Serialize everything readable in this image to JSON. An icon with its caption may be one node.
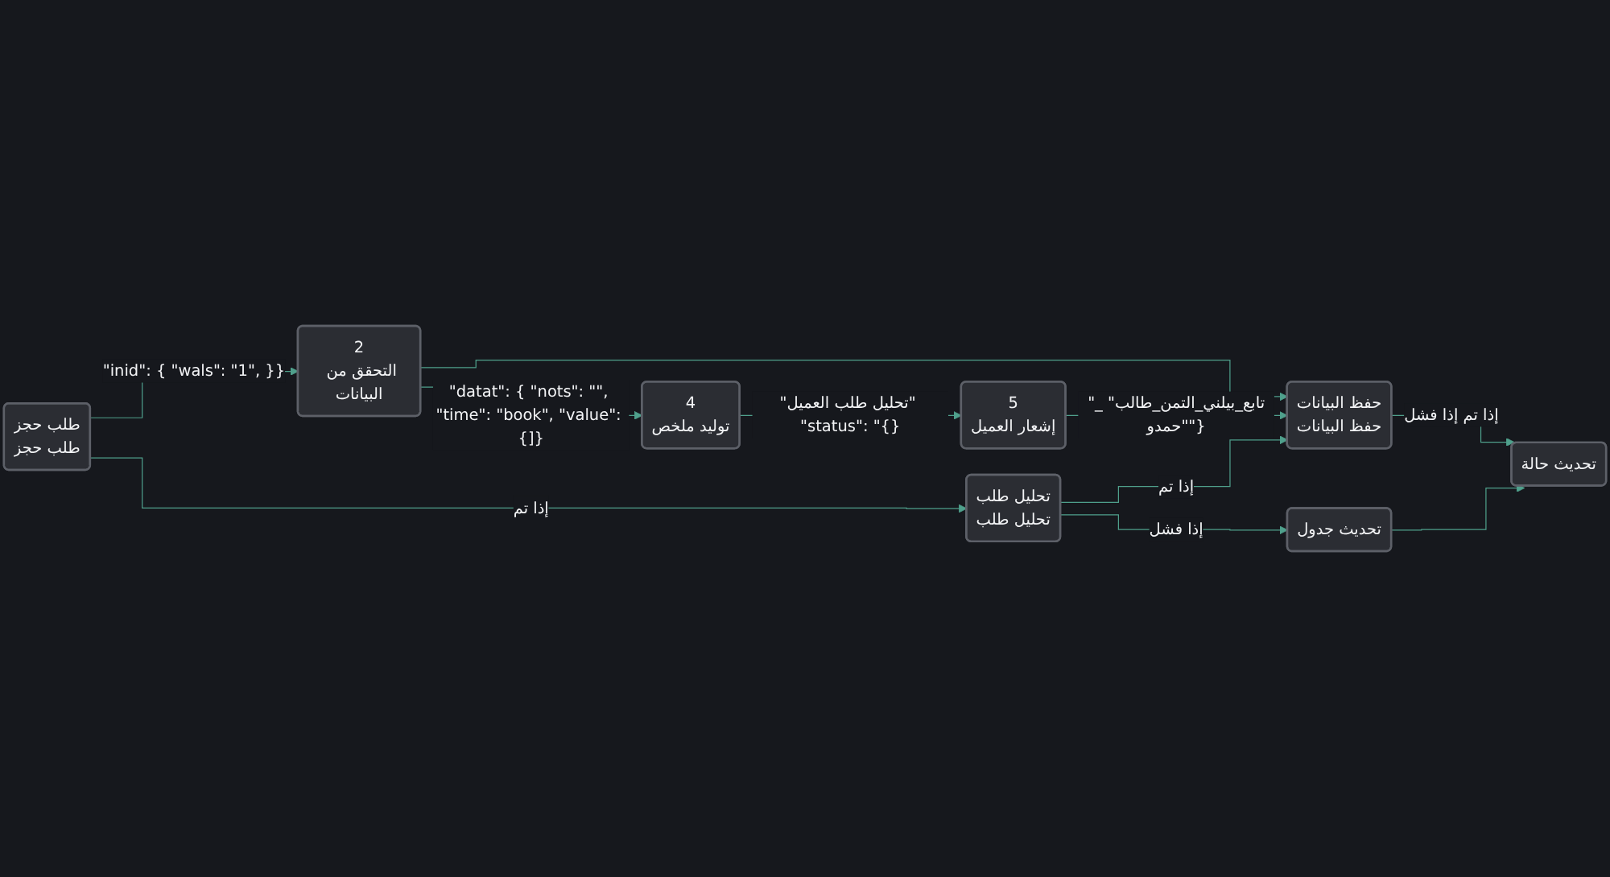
{
  "diagram": {
    "nodes": [
      {
        "text": [
          "طلب حجز",
          "طلب حجز"
        ]
      },
      {
        "text": [
          "2",
          "التحقق من البيانات"
        ]
      },
      {
        "text": [
          "4",
          "توليد ملخص"
        ]
      },
      {
        "text": [
          "5",
          "إشعار العميل"
        ]
      },
      {
        "text": [
          "حفظ البيانات",
          "حفظ البيانات"
        ]
      },
      {
        "text": [
          "تحليل طلب",
          "تحليل طلب"
        ]
      },
      {
        "text": [
          "تحديث جدول"
        ]
      },
      {
        "text": [
          "تحديث حالة"
        ]
      }
    ],
    "edges": [
      {
        "from": 0,
        "to": 1,
        "arrow": "to",
        "label": "\"inid\": { \"wals\": \"1\", }}"
      },
      {
        "from": 0,
        "to": 5,
        "arrow": "to",
        "label": "إذا تم"
      },
      {
        "from": 1,
        "to": 2,
        "arrow": "to",
        "label": "\"datat\": { \"nots\": \"\", \"time\": \"book\", \"value\": {]}"
      },
      {
        "from": 1,
        "to": 4,
        "arrow": "to"
      },
      {
        "from": 2,
        "to": 3,
        "arrow": "to",
        "label": "\"تحليل طلب العميل\" \"status\": \"{}"
      },
      {
        "from": 3,
        "to": 4,
        "arrow": "to",
        "label": "\"_تابع_بيلني_التمن_طالب\" \"حمدو\"}"
      },
      {
        "from": 5,
        "to": 4,
        "arrow": "to",
        "label": "إذا تم"
      },
      {
        "from": 5,
        "to": 6,
        "arrow": "to",
        "label": "إذا فشل"
      },
      {
        "from": 4,
        "to": 7,
        "arrow": "to",
        "label": "إذا تم إذا فشل"
      },
      {
        "from": 6,
        "to": 7,
        "arrow": "to"
      }
    ]
  }
}
